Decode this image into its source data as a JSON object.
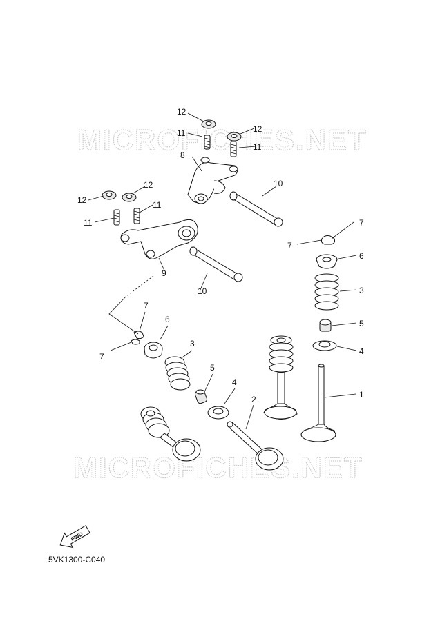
{
  "watermark": "MICROFICHES.NET",
  "diagram_code": "5VK1300-C040",
  "fwd_label": "FWD",
  "callouts": [
    "1",
    "2",
    "3",
    "3",
    "4",
    "4",
    "5",
    "5",
    "6",
    "6",
    "7",
    "7",
    "7",
    "7",
    "8",
    "9",
    "10",
    "10",
    "11",
    "11",
    "11",
    "11",
    "12",
    "12",
    "12",
    "12"
  ]
}
